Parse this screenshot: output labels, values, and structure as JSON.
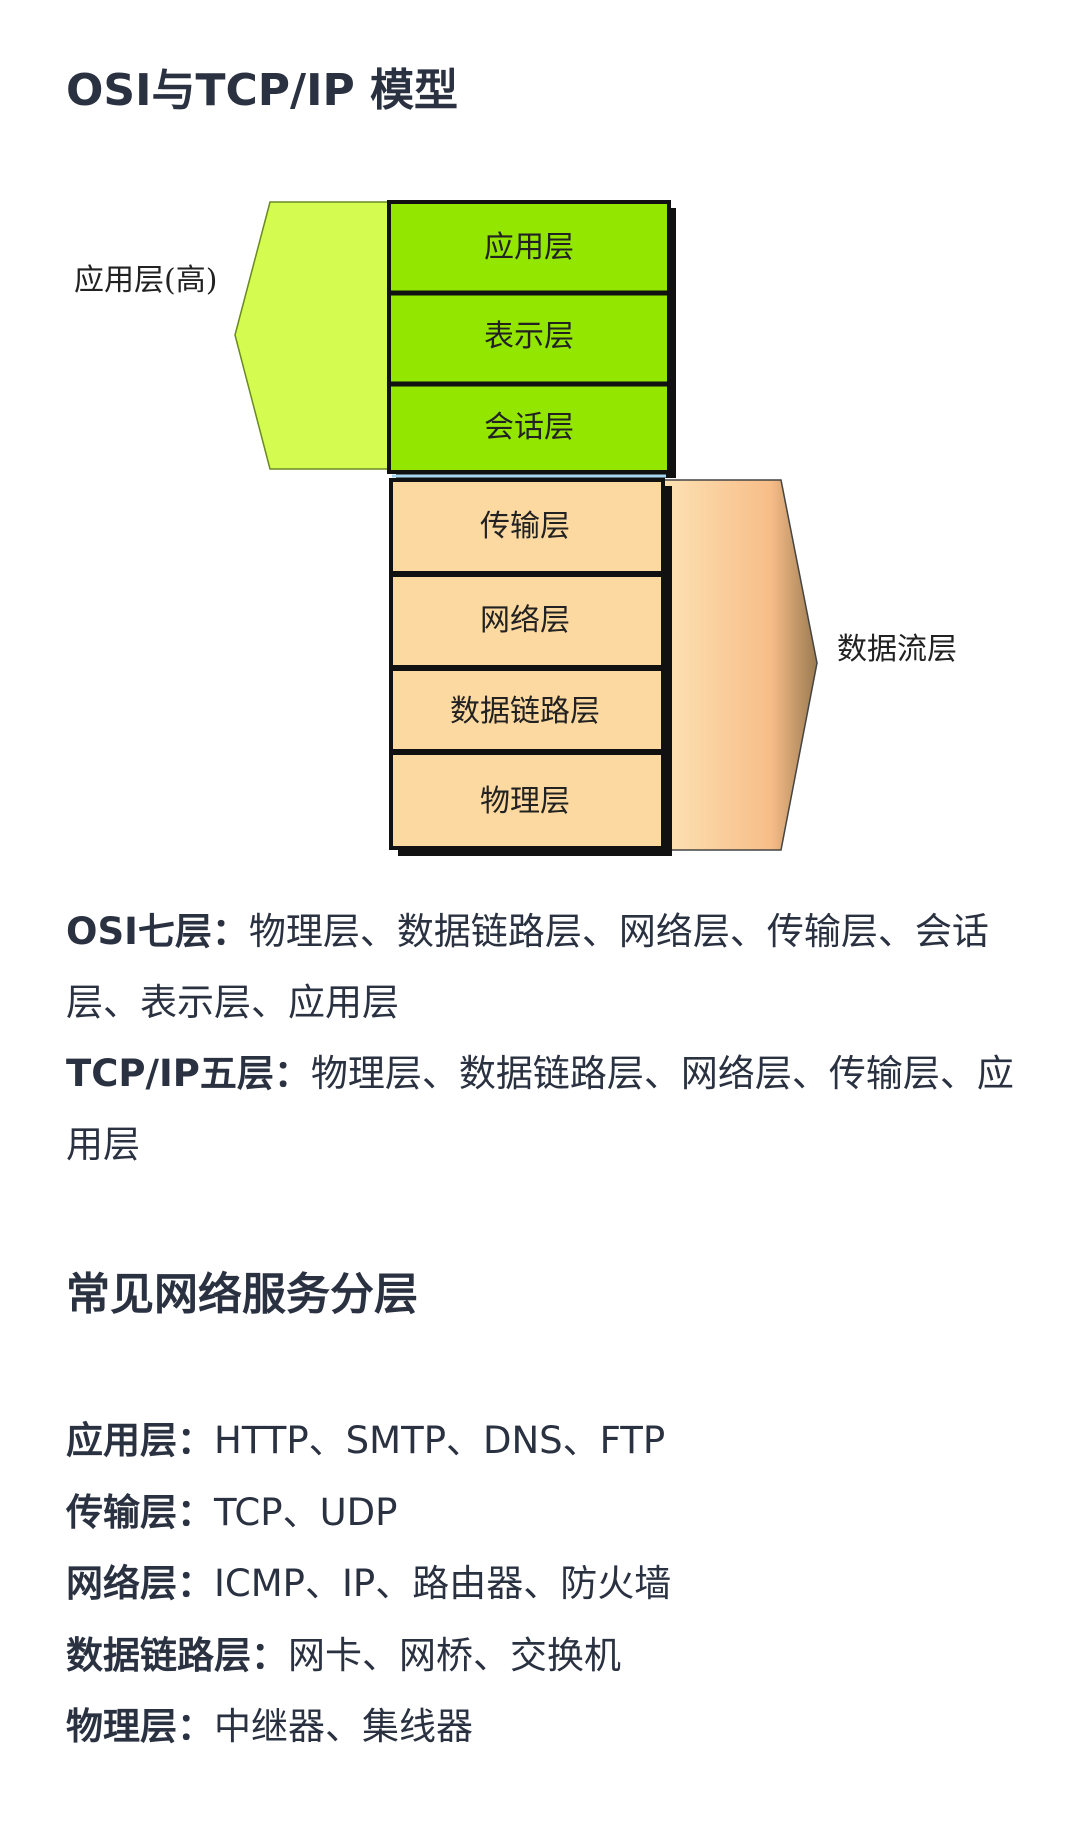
{
  "title": "OSI与TCP/IP 模型",
  "diagram": {
    "upper_group_label": "应用层(高)",
    "lower_group_label": "数据流层",
    "upper_layers": [
      "应用层",
      "表示层",
      "会话层"
    ],
    "lower_layers": [
      "传输层",
      "网络层",
      "数据链路层",
      "物理层"
    ],
    "colors": {
      "upper": "#92e600",
      "upper_arrow": "#d4fb4f",
      "lower": "#fcd9a0",
      "lower_arrow": "#f7c08a"
    }
  },
  "summary": {
    "osi_label": "OSI七层：",
    "osi_text": "物理层、数据链路层、网络层、传输层、会话层、表示层、应用层",
    "tcpip_label": "TCP/IP五层：",
    "tcpip_text": "物理层、数据链路层、网络层、传输层、应用层"
  },
  "services_title": "常见网络服务分层",
  "services": [
    {
      "label": "应用层：",
      "value": "HTTP、SMTP、DNS、FTP"
    },
    {
      "label": "传输层：",
      "value": "TCP、UDP"
    },
    {
      "label": "网络层：",
      "value": "ICMP、IP、路由器、防火墙"
    },
    {
      "label": "数据链路层：",
      "value": "网卡、网桥、交换机"
    },
    {
      "label": "物理层：",
      "value": "中继器、集线器"
    }
  ]
}
